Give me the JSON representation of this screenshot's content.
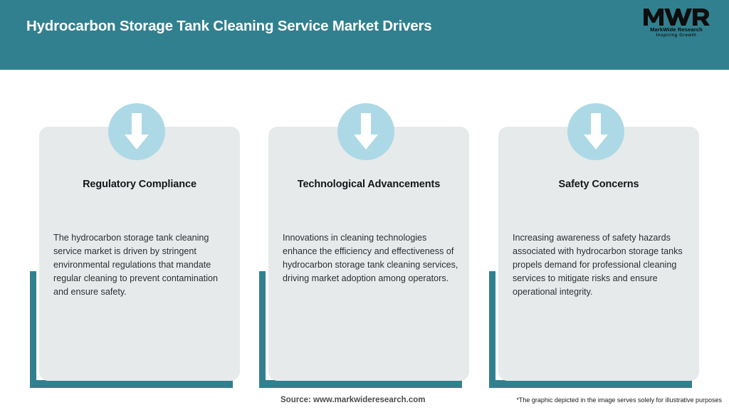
{
  "header": {
    "title": "Hydrocarbon Storage Tank Cleaning Service Market Drivers",
    "bar_color": "#31808F",
    "title_color": "#FFFFFF"
  },
  "logo": {
    "mark": "MWR",
    "name": "MarkWide Research",
    "tagline": "Inspiring Growth"
  },
  "theme": {
    "accent": "#31808F",
    "panel": "#E6EAEB",
    "circle": "#ADD9E6",
    "arrow": "#FFFFFF"
  },
  "cards": [
    {
      "icon": "down-arrow-icon",
      "title": "Regulatory Compliance",
      "body": "The hydrocarbon storage tank cleaning service market is driven by stringent environmental regulations that mandate regular cleaning to prevent contamination and ensure safety."
    },
    {
      "icon": "down-arrow-icon",
      "title": "Technological Advancements",
      "body": "Innovations in cleaning technologies enhance the efficiency and effectiveness of hydrocarbon storage tank cleaning services, driving market adoption among operators."
    },
    {
      "icon": "down-arrow-icon",
      "title": "Safety Concerns",
      "body": "Increasing awareness of safety hazards associated with hydrocarbon storage tanks propels demand for professional cleaning services to mitigate risks and ensure operational integrity."
    }
  ],
  "footer": {
    "source": "Source: www.markwideresearch.com",
    "disclaimer": "*The graphic depicted in the image serves solely for illustrative purposes"
  }
}
